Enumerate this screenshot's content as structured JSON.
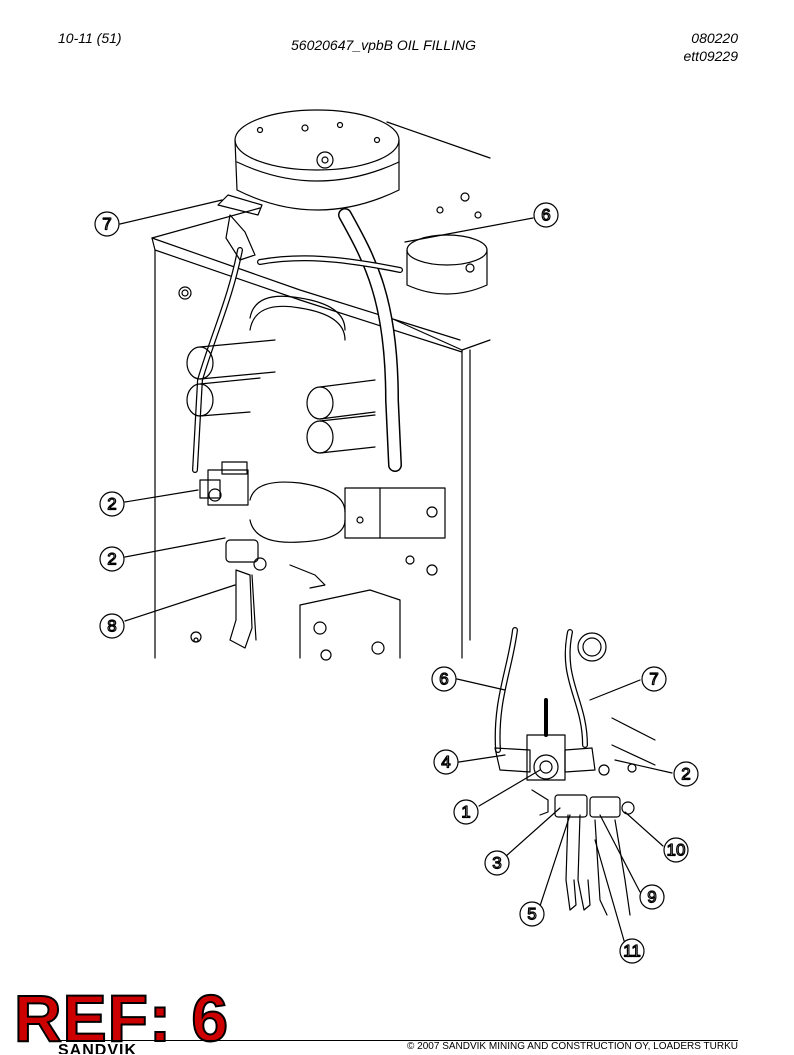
{
  "header": {
    "page_ref": "10-11 (51)",
    "title": "56020647_vpbB OIL FILLING",
    "date_code": "080220",
    "drawing_code": "ett09229"
  },
  "callouts_main": [
    "7",
    "6",
    "2",
    "2",
    "8"
  ],
  "callouts_detail": [
    "6",
    "7",
    "4",
    "2",
    "1",
    "10",
    "3",
    "9",
    "5",
    "11"
  ],
  "ref_badge": "REF: 6",
  "footer": {
    "logo_text": "SANDVIK",
    "copyright": "© 2007 SANDVIK MINING AND CONSTRUCTION OY, LOADERS TURKU"
  },
  "colors": {
    "ref_badge": "#cc0000"
  }
}
